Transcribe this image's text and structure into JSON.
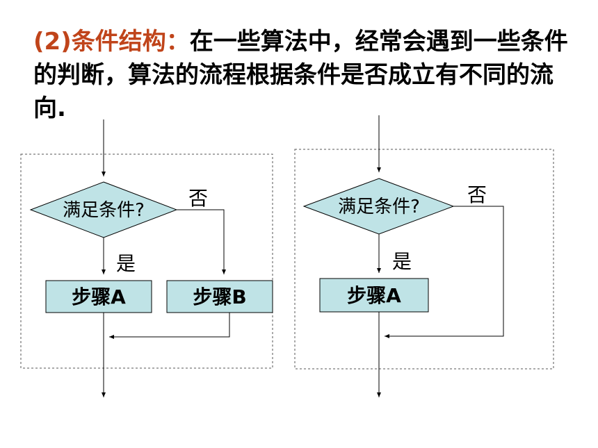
{
  "heading": {
    "prefix": "(2)条件结构：",
    "body": "在一些算法中，经常会遇到一些条件的判断，算法的流程根据条件是否成立有不同的流向."
  },
  "left_diagram": {
    "condition": "满足条件?",
    "no_label": "否",
    "yes_label": "是",
    "step_a": "步骤A",
    "step_b": "步骤B"
  },
  "right_diagram": {
    "condition": "满足条件?",
    "no_label": "否",
    "yes_label": "是",
    "step_a": "步骤A"
  },
  "colors": {
    "prefix": "#c0441a",
    "box_fill": "#bfe3e6",
    "line": "#000000"
  }
}
